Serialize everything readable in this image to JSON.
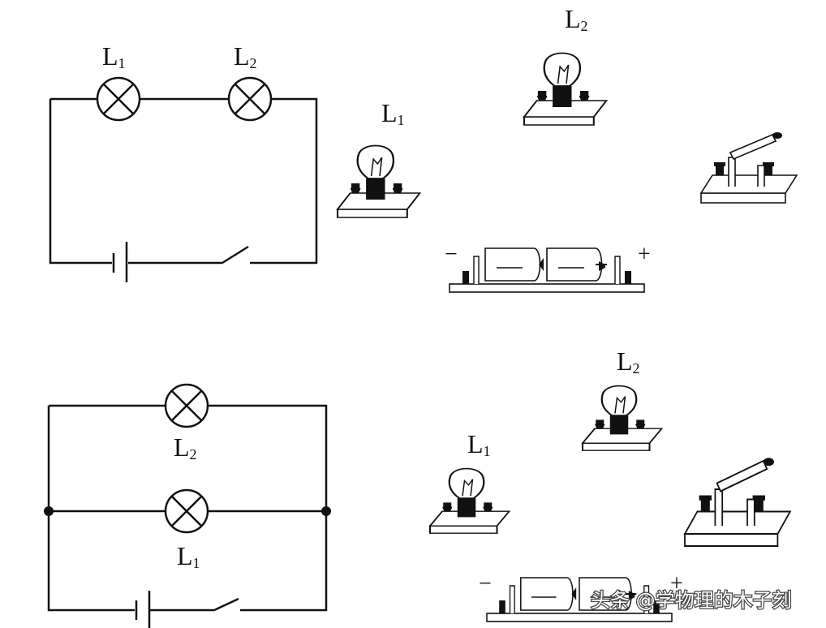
{
  "labels": {
    "s1_lamp_1": "L",
    "s1_lamp_1_sub": "1",
    "s1_lamp_2": "L",
    "s1_lamp_2_sub": "2",
    "p1_bulb_2": "L",
    "p1_bulb_2_sub": "2",
    "p1_bulb_1": "L",
    "p1_bulb_1_sub": "1",
    "s2_lamp_2": "L",
    "s2_lamp_2_sub": "2",
    "s2_lamp_1": "L",
    "s2_lamp_1_sub": "1",
    "p2_bulb_2": "L",
    "p2_bulb_2_sub": "2",
    "p2_bulb_1": "L",
    "p2_bulb_1_sub": "1",
    "p1_minus": "−",
    "p1_plus": "+",
    "p2_minus": "−",
    "p2_plus": "+"
  },
  "watermark": "头条 @学物理的木子刻",
  "colors": {
    "line": "#111111",
    "background": "#ffffff",
    "watermark": "#ffffff"
  }
}
